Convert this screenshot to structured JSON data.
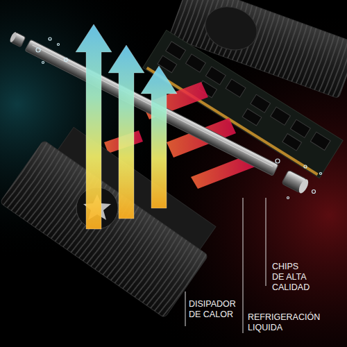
{
  "diagram": {
    "labels": [
      "CHIPS DE ALTA CALIDAD",
      "DISIPADOR DE CALOR",
      "REFRIGERACIÓN LIQUIDA"
    ]
  }
}
